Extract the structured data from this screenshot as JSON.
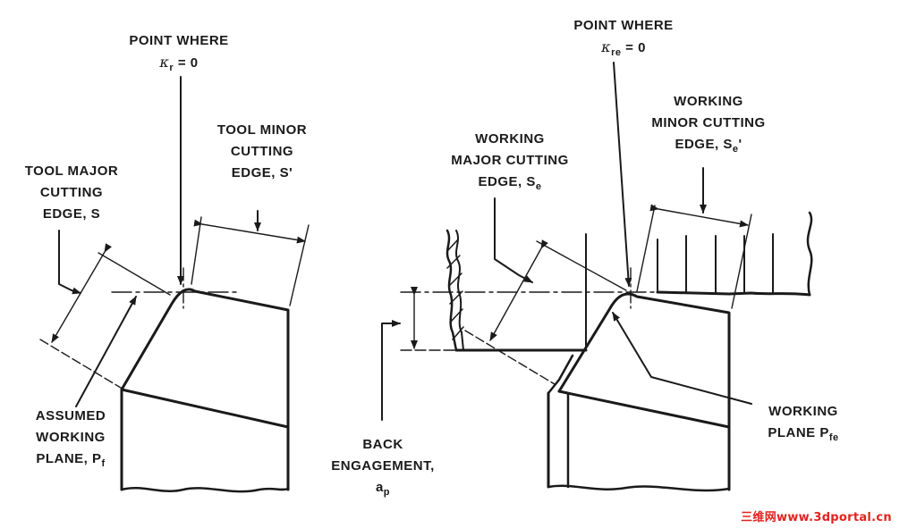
{
  "labels": {
    "point_where_left": {
      "line1": "POINT WHERE",
      "sym": "κ",
      "sub": "r",
      "eq": "= 0"
    },
    "tool_minor": {
      "line1": "TOOL MINOR",
      "line2": "CUTTING",
      "line3": "EDGE, S'"
    },
    "tool_major": {
      "line1": "TOOL MAJOR",
      "line2": "CUTTING",
      "line3": "EDGE, S"
    },
    "assumed_plane": {
      "line1": "ASSUMED",
      "line2": "WORKING",
      "line3": "PLANE, P",
      "sub": "f"
    },
    "point_where_right": {
      "line1": "POINT WHERE",
      "sym": "κ",
      "sub": "re",
      "eq": "= 0"
    },
    "working_minor": {
      "line1": "WORKING",
      "line2": "MINOR CUTTING",
      "line3": "EDGE, S",
      "sub": "e",
      "suffix": "'"
    },
    "working_major": {
      "line1": "WORKING",
      "line2": "MAJOR CUTTING",
      "line3": "EDGE, S",
      "sub": "e"
    },
    "working_plane": {
      "line1": "WORKING",
      "line2": "PLANE P",
      "sub": "fe"
    },
    "back_engagement": {
      "line1": "BACK",
      "line2": "ENGAGEMENT,",
      "line3": "a",
      "sub": "p"
    }
  },
  "watermark": "三维网www.3dportal.cn",
  "colors": {
    "ink": "#1a1a1a",
    "watermark": "#e0231e"
  }
}
